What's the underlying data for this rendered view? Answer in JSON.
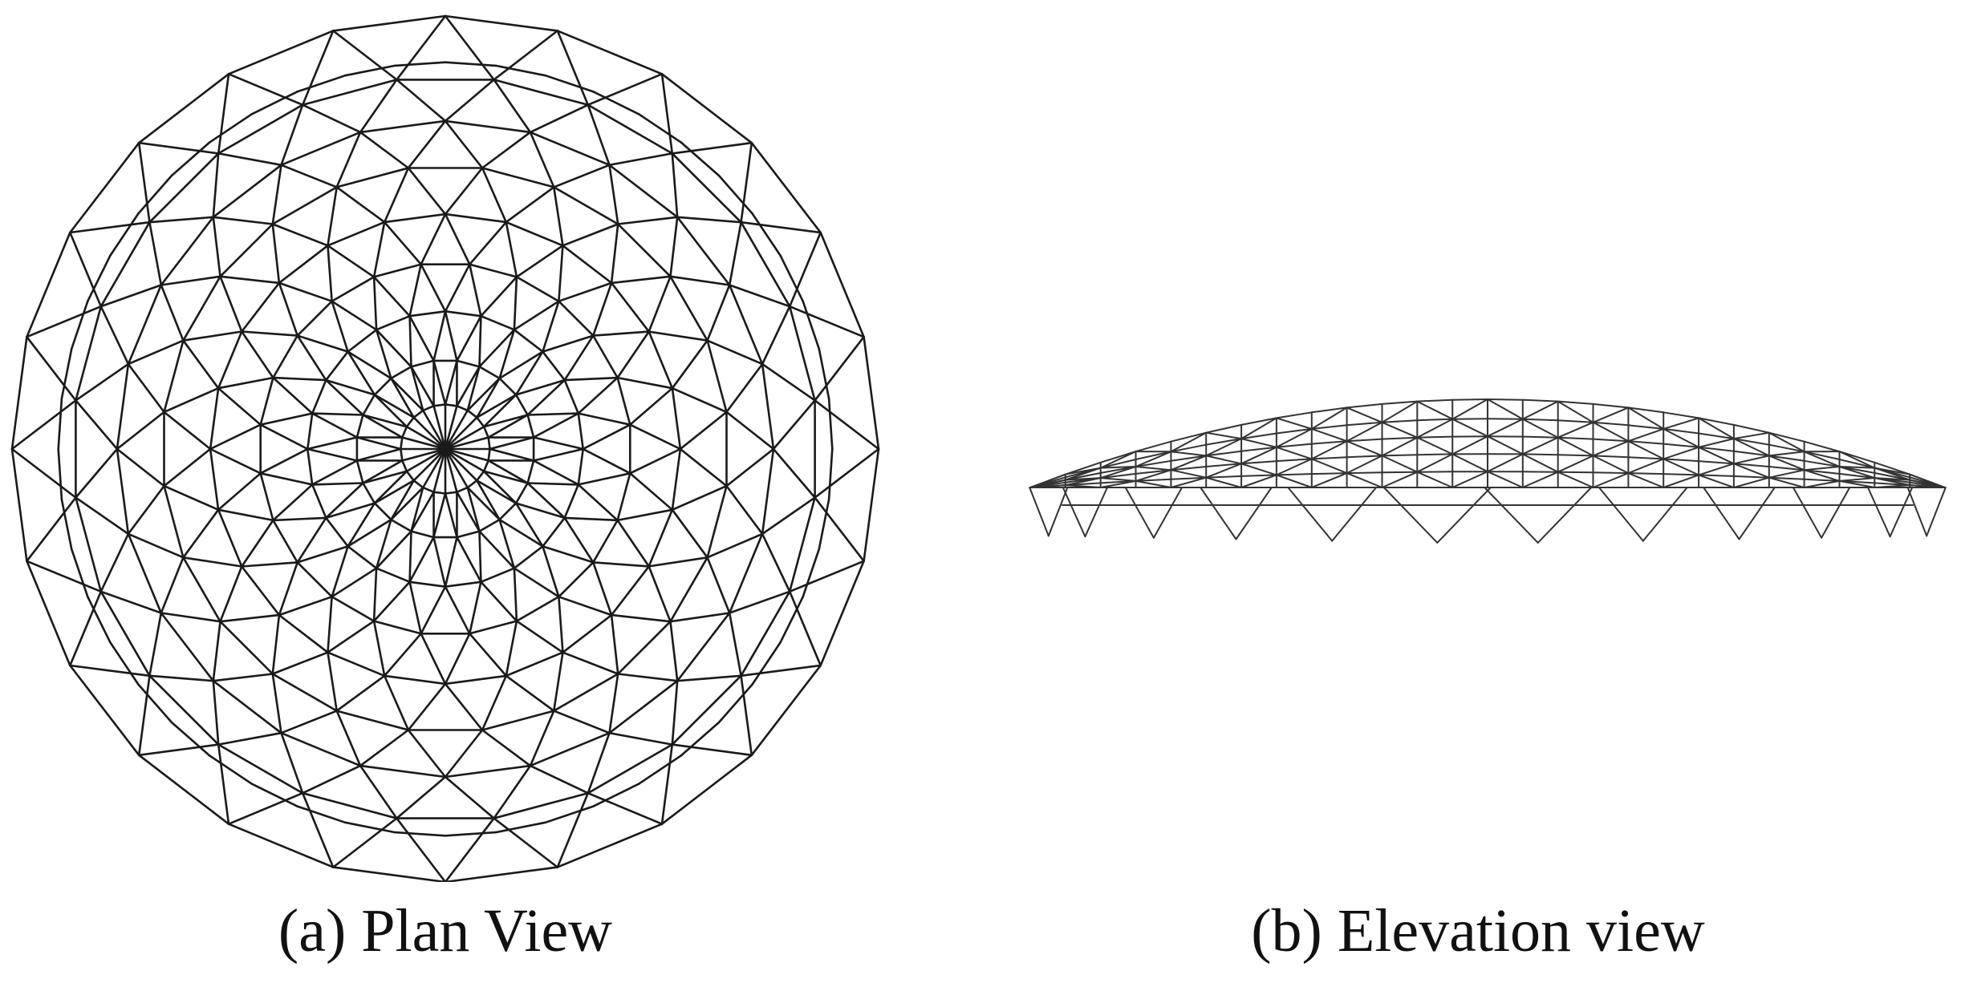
{
  "figure": {
    "panels": [
      {
        "id": "plan",
        "caption": "(a) Plan View",
        "description_icon": "geodesic-dome-plan-wireframe"
      },
      {
        "id": "elevation",
        "caption": "(b) Elevation view",
        "description_icon": "geodesic-dome-elevation-wireframe"
      }
    ]
  },
  "colors": {
    "line": "#1a1a1a",
    "background": "#ffffff"
  }
}
